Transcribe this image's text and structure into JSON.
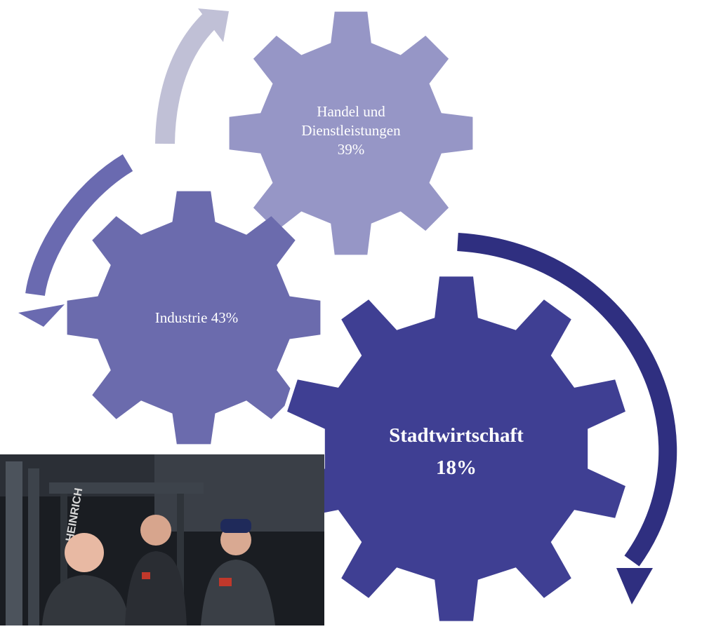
{
  "diagram": {
    "gears": [
      {
        "id": "handel",
        "lines": [
          "Handel und",
          "Dienstleistungen",
          "39%"
        ],
        "color": "#9696c6"
      },
      {
        "id": "industrie",
        "lines": [
          "Industrie 43%"
        ],
        "color": "#6b6bad"
      },
      {
        "id": "stadt",
        "lines": [
          "Stadtwirtschaft",
          "18%"
        ],
        "color": "#3f3f93"
      }
    ],
    "arrows": [
      {
        "id": "arrow-light",
        "color": "#c0c0d6"
      },
      {
        "id": "arrow-mid",
        "color": "#6a6ab0"
      },
      {
        "id": "arrow-dark",
        "color": "#2f2f80"
      }
    ]
  },
  "photo": {
    "forklift_brand": "HEINRICH",
    "description_icon": "workers-photo"
  }
}
